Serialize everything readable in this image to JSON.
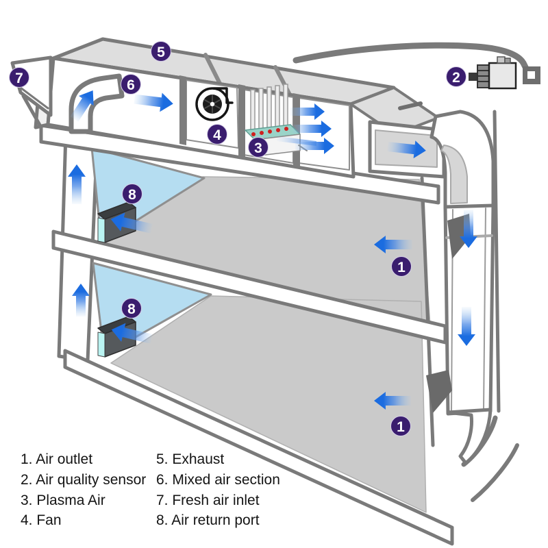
{
  "markers": {
    "air_outlet": "1",
    "air_quality_sensor": "2",
    "plasma_air": "3",
    "fan": "4",
    "exhaust": "5",
    "mixed_air_section": "6",
    "fresh_air_inlet": "7",
    "air_return_port": "8"
  },
  "legend": {
    "items": [
      {
        "label": "1. Air outlet"
      },
      {
        "label": "2. Air quality sensor"
      },
      {
        "label": "3. Plasma Air"
      },
      {
        "label": "4. Fan"
      },
      {
        "label": "5. Exhaust"
      },
      {
        "label": "6. Mixed air section"
      },
      {
        "label": "7. Fresh air inlet"
      },
      {
        "label": "8. Air return port"
      }
    ]
  },
  "colors": {
    "arrow_blue": "#1b6ce0",
    "badge_purple": "#3a1d6e",
    "room_air_blue": "#b5ddf1",
    "floor_gray": "#cacaca",
    "outline_gray": "#7a7a7a",
    "return_port_cyan": "#baf4f2",
    "plasma_base_teal": "#9ad3c8",
    "plasma_dot_red": "#cf2020"
  }
}
